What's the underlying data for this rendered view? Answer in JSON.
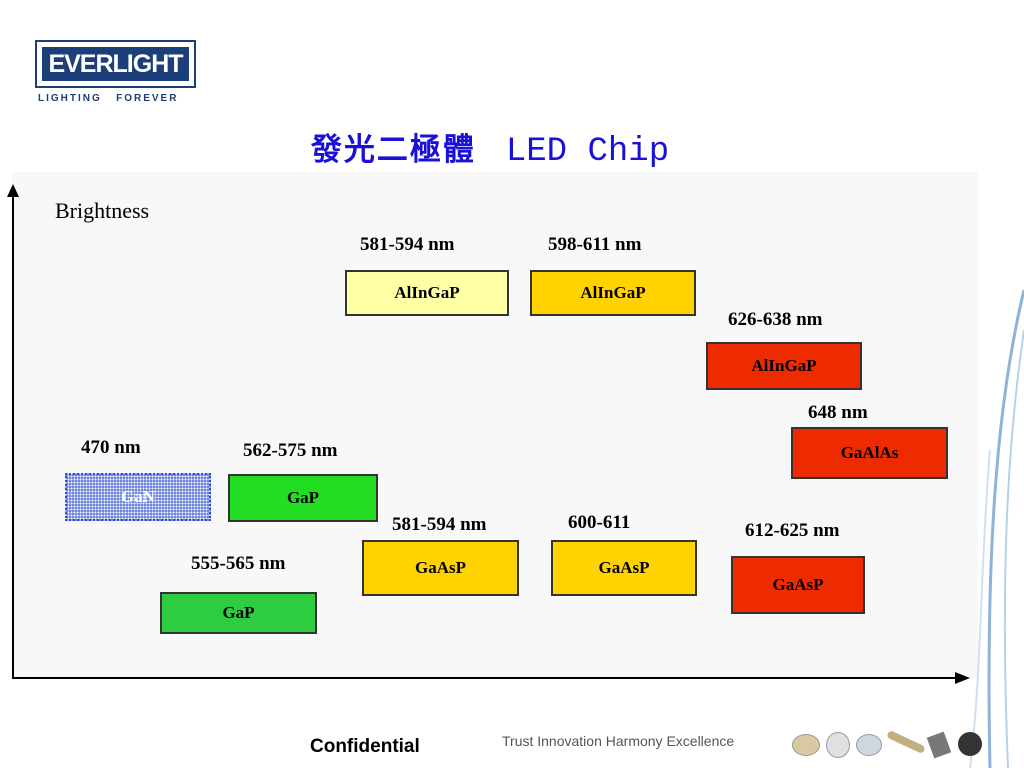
{
  "logo": {
    "text": "EVERLIGHT",
    "tagline": "LIGHTING   FOREVER"
  },
  "title": {
    "chinese": "發光二極體",
    "english": "LED Chip"
  },
  "axis": {
    "y_label": "Brightness"
  },
  "chips": [
    {
      "label": "AlInGaP",
      "wavelength": "581-594 nm",
      "color": "#ffffa6"
    },
    {
      "label": "AlInGaP",
      "wavelength": "598-611 nm",
      "color": "#ffd200"
    },
    {
      "label": "AlInGaP",
      "wavelength": "626-638 nm",
      "color": "#ee2a00"
    },
    {
      "label": "GaAlAs",
      "wavelength": "648 nm",
      "color": "#ee2a00"
    },
    {
      "label": "GaN",
      "wavelength": "470 nm",
      "color": "#5570d8"
    },
    {
      "label": "GaP",
      "wavelength": "562-575 nm",
      "color": "#22dd22"
    },
    {
      "label": "GaAsP",
      "wavelength": "581-594 nm",
      "color": "#ffd200"
    },
    {
      "label": "GaAsP",
      "wavelength": "600-611",
      "color": "#ffd200"
    },
    {
      "label": "GaAsP",
      "wavelength": "612-625 nm",
      "color": "#ee2a00"
    },
    {
      "label": "GaP",
      "wavelength": "555-565 nm",
      "color": "#2ecc40"
    }
  ],
  "footer": {
    "confidential": "Confidential",
    "slogan": "Trust Innovation Harmony Excellence"
  }
}
